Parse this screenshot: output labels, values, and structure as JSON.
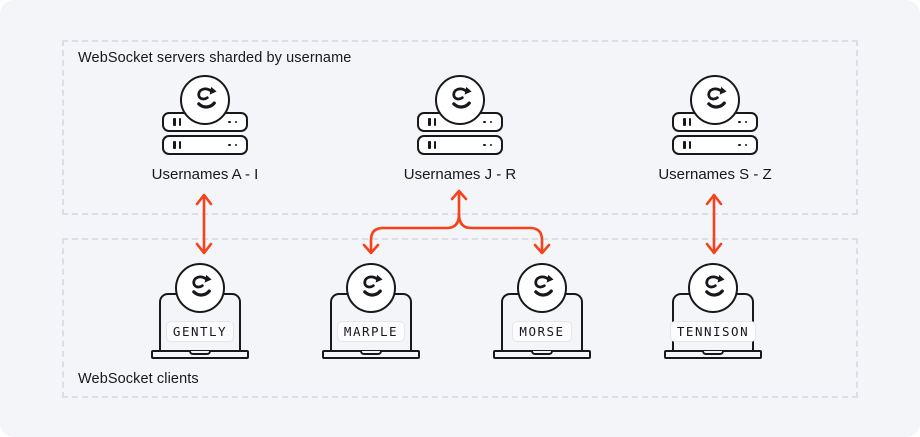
{
  "colors": {
    "canvas_bg": "#F4F5F8",
    "ink": "#17181C",
    "accent_arrow": "#F5421C",
    "dash_border": "#DBDDE7",
    "chip_bg": "#FCFCFE",
    "chip_border": "#E4E6EC"
  },
  "server_group": {
    "label": "WebSocket servers sharded by username",
    "servers": [
      {
        "label": "Usernames A - I"
      },
      {
        "label": "Usernames J - R"
      },
      {
        "label": "Usernames S - Z"
      }
    ]
  },
  "client_group": {
    "label": "WebSocket clients",
    "clients": [
      {
        "label": "GENTLY"
      },
      {
        "label": "MARPLE"
      },
      {
        "label": "MORSE"
      },
      {
        "label": "TENNISON"
      }
    ]
  },
  "connections": [
    {
      "from": "Usernames A - I",
      "to": "GENTLY",
      "style": "bidirectional-arrow"
    },
    {
      "from": "Usernames J - R",
      "to": "MARPLE",
      "style": "forked-arrow"
    },
    {
      "from": "Usernames J - R",
      "to": "MORSE",
      "style": "forked-arrow"
    },
    {
      "from": "Usernames S - Z",
      "to": "TENNISON",
      "style": "bidirectional-arrow"
    }
  ],
  "icons": {
    "logo": "websocket-logo-icon",
    "server": "server-rack-icon",
    "client": "laptop-icon"
  }
}
